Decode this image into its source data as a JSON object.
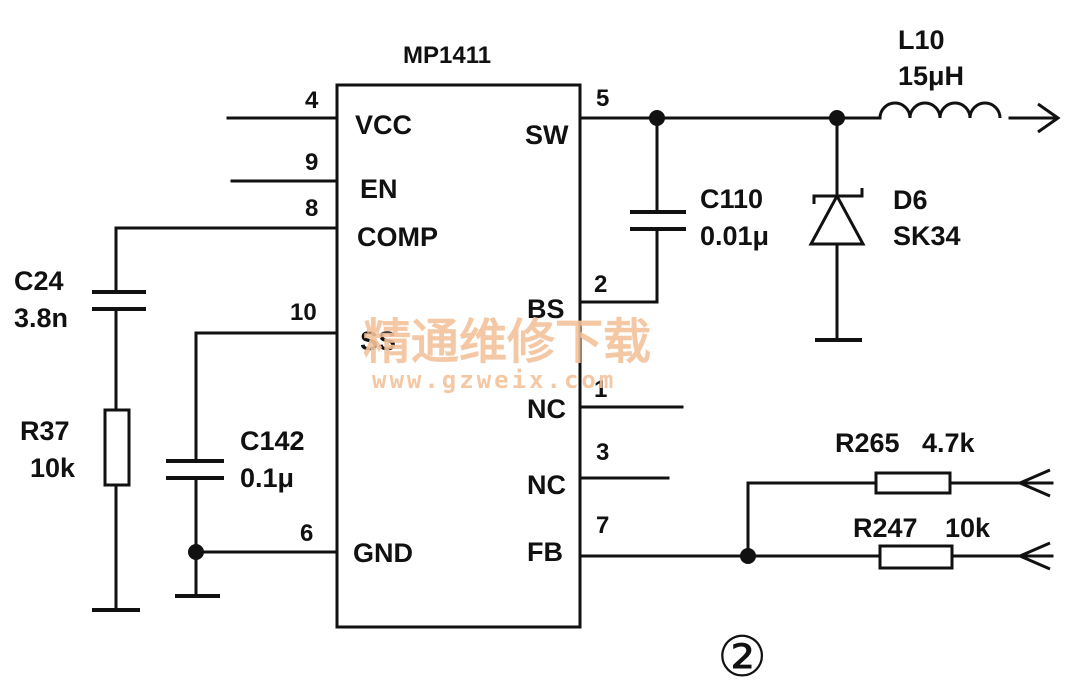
{
  "ic": {
    "name": "MP1411",
    "pins": [
      {
        "key": "vcc",
        "label": "VCC",
        "number": "4"
      },
      {
        "key": "en",
        "label": "EN",
        "number": "9"
      },
      {
        "key": "comp",
        "label": "COMP",
        "number": "8"
      },
      {
        "key": "ss",
        "label": "SS",
        "number": "10"
      },
      {
        "key": "gnd",
        "label": "GND",
        "number": "6"
      },
      {
        "key": "sw",
        "label": "SW",
        "number": "5"
      },
      {
        "key": "bs",
        "label": "BS",
        "number": "2"
      },
      {
        "key": "nc1",
        "label": "NC",
        "number": "1"
      },
      {
        "key": "nc3",
        "label": "NC",
        "number": "3"
      },
      {
        "key": "fb",
        "label": "FB",
        "number": "7"
      }
    ]
  },
  "components": {
    "l10": {
      "ref": "L10",
      "value": "15μH"
    },
    "d6": {
      "ref": "D6",
      "value": "SK34"
    },
    "c110": {
      "ref": "C110",
      "value": "0.01μ"
    },
    "c24": {
      "ref": "C24",
      "value": "3.8n"
    },
    "r37": {
      "ref": "R37",
      "value": "10k"
    },
    "c142": {
      "ref": "C142",
      "value": "0.1μ"
    },
    "r265": {
      "ref": "R265",
      "value": "4.7k"
    },
    "r247": {
      "ref": "R247",
      "value": "10k"
    }
  },
  "watermark": {
    "text": "精通维修下载",
    "url": "www.gzweix.com"
  },
  "figure_marker": "②"
}
